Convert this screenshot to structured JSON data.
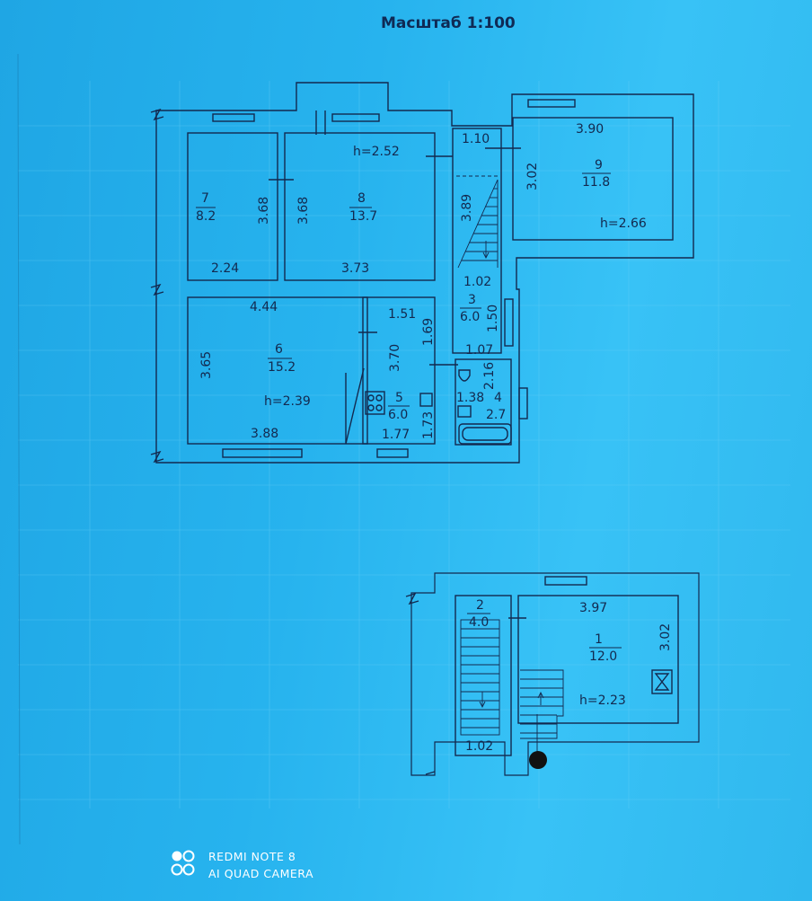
{
  "title": "Масштаб 1:100",
  "watermark": {
    "line1": "REDMI NOTE 8",
    "line2": "AI QUAD CAMERA"
  },
  "colors": {
    "background": "#2bb4ee",
    "ink": "#13294f",
    "grid": "#6fd0f6"
  },
  "upper_floor": {
    "rooms": [
      {
        "number": "7",
        "area": "8.2",
        "dims": [
          "3.68",
          "2.24"
        ]
      },
      {
        "number": "8",
        "area": "13.7",
        "dims": [
          "3.68",
          "3.73"
        ],
        "height": "h=2.52"
      },
      {
        "number": "9",
        "area": "11.8",
        "dims": [
          "3.90",
          "3.02"
        ],
        "height": "h=2.66"
      },
      {
        "number": "6",
        "area": "15.2",
        "dims": [
          "4.44",
          "3.65",
          "3.88"
        ],
        "height": "h=2.39"
      },
      {
        "number": "5",
        "area": "6.0",
        "dims": [
          "1.51",
          "3.70",
          "1.69",
          "1.73",
          "1.77"
        ]
      },
      {
        "number": "3",
        "area": "6.0",
        "dims": [
          "1.02",
          "1.50"
        ]
      },
      {
        "number": "4",
        "area": "2.7",
        "dims": [
          "1.07",
          "2.16",
          "1.38"
        ]
      }
    ],
    "extra_dims": [
      "1.10",
      "3.89"
    ]
  },
  "lower_floor": {
    "rooms": [
      {
        "number": "2",
        "area": "4.0",
        "dims": [
          "1.02"
        ]
      },
      {
        "number": "1",
        "area": "12.0",
        "dims": [
          "3.97",
          "3.02"
        ],
        "height": "h=2.23"
      }
    ]
  }
}
